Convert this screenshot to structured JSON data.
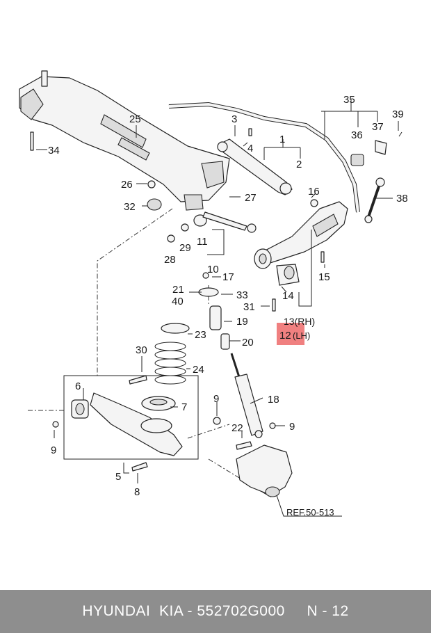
{
  "colors": {
    "highlight": "#f08080",
    "footer_bg": "#8e8e8e",
    "footer_text": "#ffffff"
  },
  "callouts": {
    "c1": "1",
    "c2": "2",
    "c3": "3",
    "c4": "4",
    "c5": "5",
    "c6": "6",
    "c7": "7",
    "c8": "8",
    "c9a": "9",
    "c9b": "9",
    "c9c": "9",
    "c10": "10",
    "c11": "11",
    "c12": "12",
    "c12_side": "(LH)",
    "c13": "13(RH)",
    "c14": "14",
    "c15": "15",
    "c16": "16",
    "c17": "17",
    "c18": "18",
    "c19": "19",
    "c20": "20",
    "c21": "21",
    "c22": "22",
    "c23": "23",
    "c24": "24",
    "c25": "25",
    "c26": "26",
    "c27": "27",
    "c28": "28",
    "c29": "29",
    "c30": "30",
    "c31": "31",
    "c32": "32",
    "c33": "33",
    "c34": "34",
    "c35": "35",
    "c36": "36",
    "c37": "37",
    "c38": "38",
    "c39": "39",
    "c40": "40"
  },
  "reference": "REF.50-513",
  "footer": {
    "text": "HYUNDAI  KIA - 552702G000     N - 12"
  }
}
